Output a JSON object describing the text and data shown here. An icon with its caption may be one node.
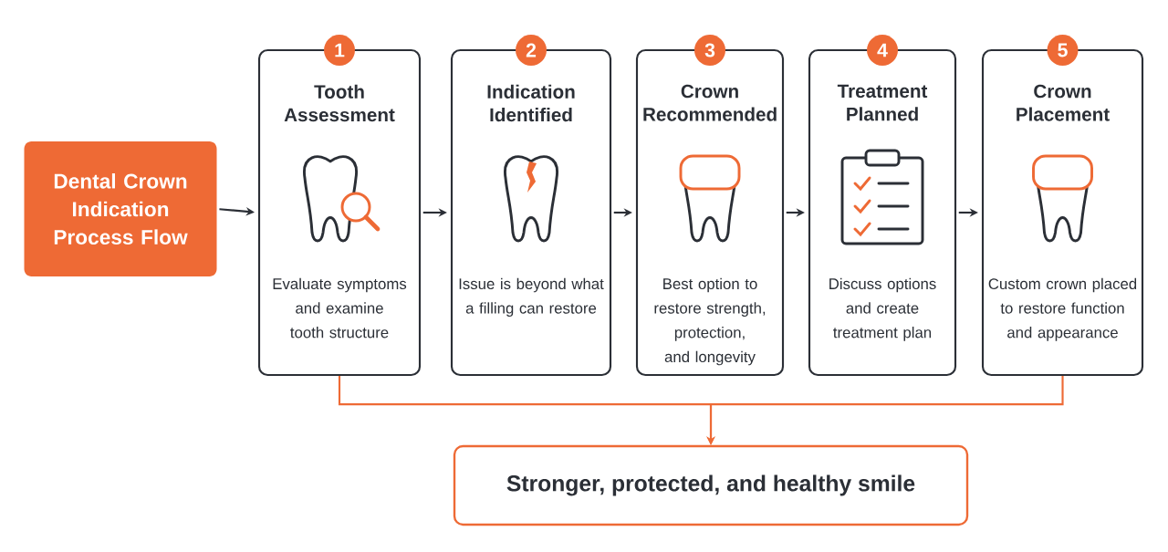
{
  "diagram": {
    "nodes": [
      {
        "text": [
          "Dental Crown Indication Process Flow"
        ]
      },
      {
        "text": [
          "1"
        ]
      },
      {
        "text": [
          "Tooth Assessment",
          "Evaluate symptoms and examine tooth structure"
        ]
      },
      {
        "text": [
          "2"
        ]
      },
      {
        "text": [
          "Indication Identified",
          "Issue is beyond what a filling can restore"
        ]
      },
      {
        "text": [
          "3"
        ]
      },
      {
        "text": [
          "Crown Recommended",
          "Best option to restore strength, protection, and longevity"
        ]
      },
      {
        "text": [
          "4"
        ]
      },
      {
        "text": [
          "Treatment Planned",
          "Discuss options and create treatment plan"
        ]
      },
      {
        "text": [
          "5"
        ]
      },
      {
        "text": [
          "Crown Placement",
          "Custom crown placed to restore function and appearance"
        ]
      },
      {
        "text": [
          "Stronger, protected, and healthy smile"
        ]
      }
    ],
    "edges": [
      {
        "from": 0,
        "to": 2,
        "arrow": "to"
      },
      {
        "from": 2,
        "to": 4,
        "arrow": "to"
      },
      {
        "from": 4,
        "to": 6,
        "arrow": "to"
      },
      {
        "from": 6,
        "to": 8,
        "arrow": "to"
      },
      {
        "from": 8,
        "to": 10,
        "arrow": "to"
      },
      {
        "from": 2,
        "to": 11,
        "arrow": "to",
        "color": "#ee6a35"
      },
      {
        "from": 10,
        "to": 11,
        "arrow": "to",
        "color": "#ee6a35"
      }
    ]
  }
}
